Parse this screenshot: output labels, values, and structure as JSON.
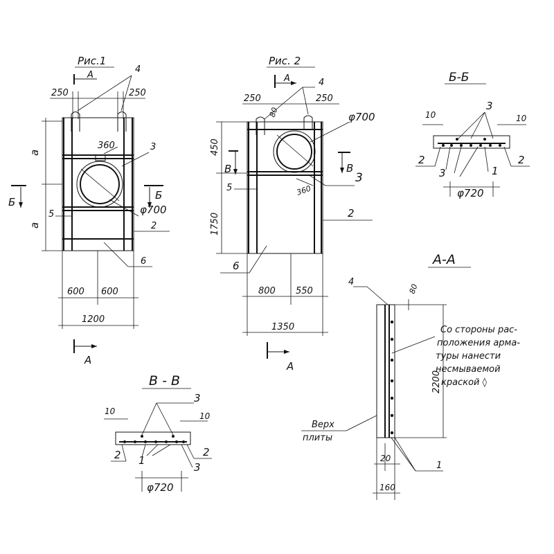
{
  "fig1": {
    "title": "Рис.1",
    "section_a": "А",
    "section_b": "Б",
    "dim_250_left": "250",
    "dim_250_right": "250",
    "callout_4": "4",
    "callout_3": "3",
    "dim_360": "360",
    "dim_a_top": "а",
    "dim_a_bottom": "а",
    "callout_5": "5",
    "diam": "φ700",
    "callout_2": "2",
    "callout_6": "6",
    "dim_600_left": "600",
    "dim_600_right": "600",
    "dim_total": "1200"
  },
  "fig2": {
    "title": "Рис. 2",
    "section_a": "А",
    "section_v": "В",
    "dim_250_left": "250",
    "dim_250_right": "250",
    "dim_80": "80",
    "callout_4": "4",
    "diam": "φ700",
    "dim_450": "450",
    "callout_3": "3",
    "callout_5": "5",
    "dim_360": "360",
    "dim_1750": "1750",
    "callout_2": "2",
    "callout_6": "6",
    "dim_800": "800",
    "dim_550": "550",
    "dim_total": "1350"
  },
  "section_bb": {
    "title": "Б-Б",
    "callout_3": "3",
    "dim_10_left": "10",
    "dim_10_right": "10",
    "callout_2_left": "2",
    "callout_2_right": "2",
    "callout_3_bottom": "3",
    "callout_1": "1",
    "diam": "φ720"
  },
  "section_vv": {
    "title": "В - В",
    "callout_3": "3",
    "dim_10_left": "10",
    "dim_10_right": "10",
    "callout_2_left": "2",
    "callout_2_right": "2",
    "callout_1": "1",
    "callout_3_bottom": "3",
    "diam": "φ720"
  },
  "section_aa": {
    "title": "А-А",
    "callout_4": "4",
    "dim_80": "80",
    "note_lines": [
      "Со стороны рас-",
      "положения арма-",
      "туры нанести",
      "несмываемой",
      "краской ◊"
    ],
    "dim_2200": "2200",
    "top_label_lines": [
      "Верх",
      "плиты"
    ],
    "dim_20": "20",
    "callout_1": "1",
    "dim_160": "160"
  }
}
